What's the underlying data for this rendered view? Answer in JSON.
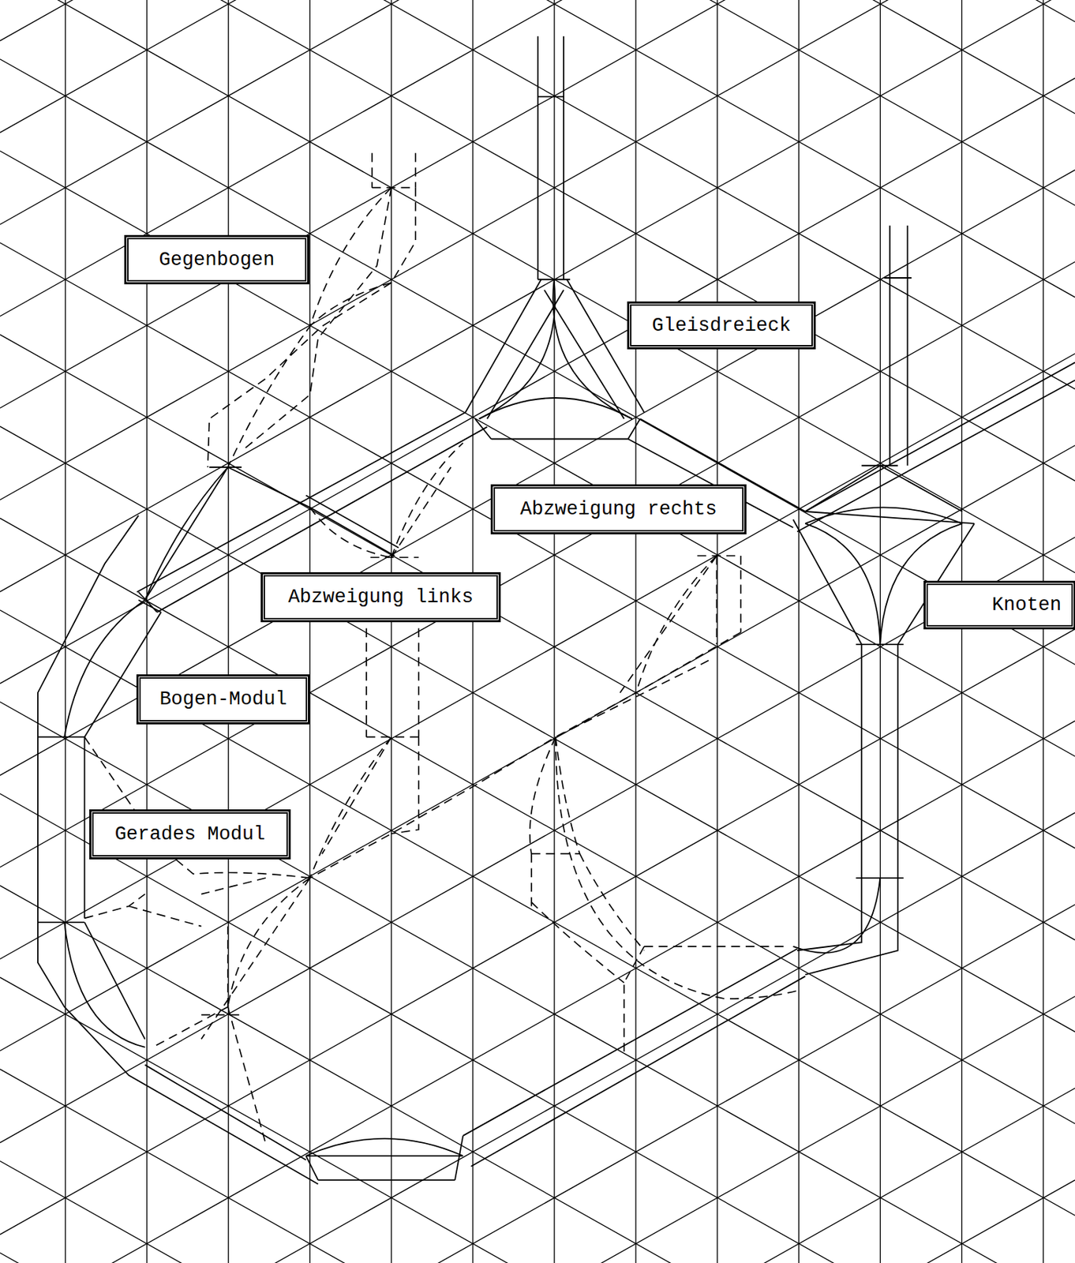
{
  "diagram": {
    "nodes": [
      {
        "text": [
          "Gegenbogen"
        ]
      },
      {
        "text": [
          "Gleisdreieck"
        ]
      },
      {
        "text": [
          "Abzweigung rechts"
        ]
      },
      {
        "text": [
          "Abzweigung links"
        ]
      },
      {
        "text": [
          "Knoten"
        ]
      },
      {
        "text": [
          "Bogen-Modul"
        ]
      },
      {
        "text": [
          "Gerades Modul"
        ]
      }
    ]
  }
}
